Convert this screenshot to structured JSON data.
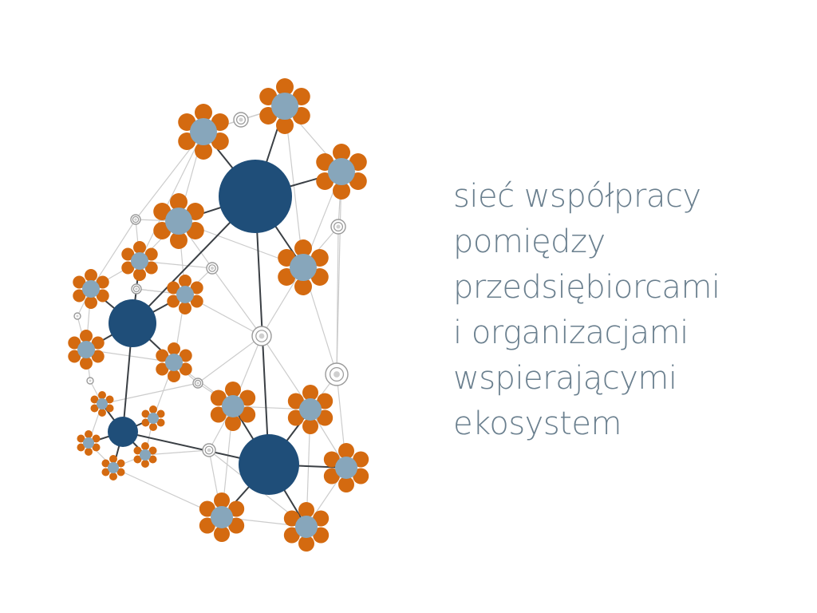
{
  "caption": {
    "lines": [
      "sieć współpracy",
      "pomiędzy",
      "przedsiębiorcami",
      "i organizacjami",
      "wspierającymi",
      "ekosystem"
    ]
  },
  "colors": {
    "hub": "#1f4e79",
    "flower_center": "#87a6bb",
    "petal": "#d46a10",
    "dark_link": "#3a3f44",
    "light_link": "#cccccc",
    "ring": "#9a9a9a",
    "caption_text": "#6a7f8e"
  },
  "icons": {
    "hub": "large-dark-blue-circle",
    "flower": "orange-petal-flower-node",
    "ring": "concentric-grey-ring-node"
  }
}
